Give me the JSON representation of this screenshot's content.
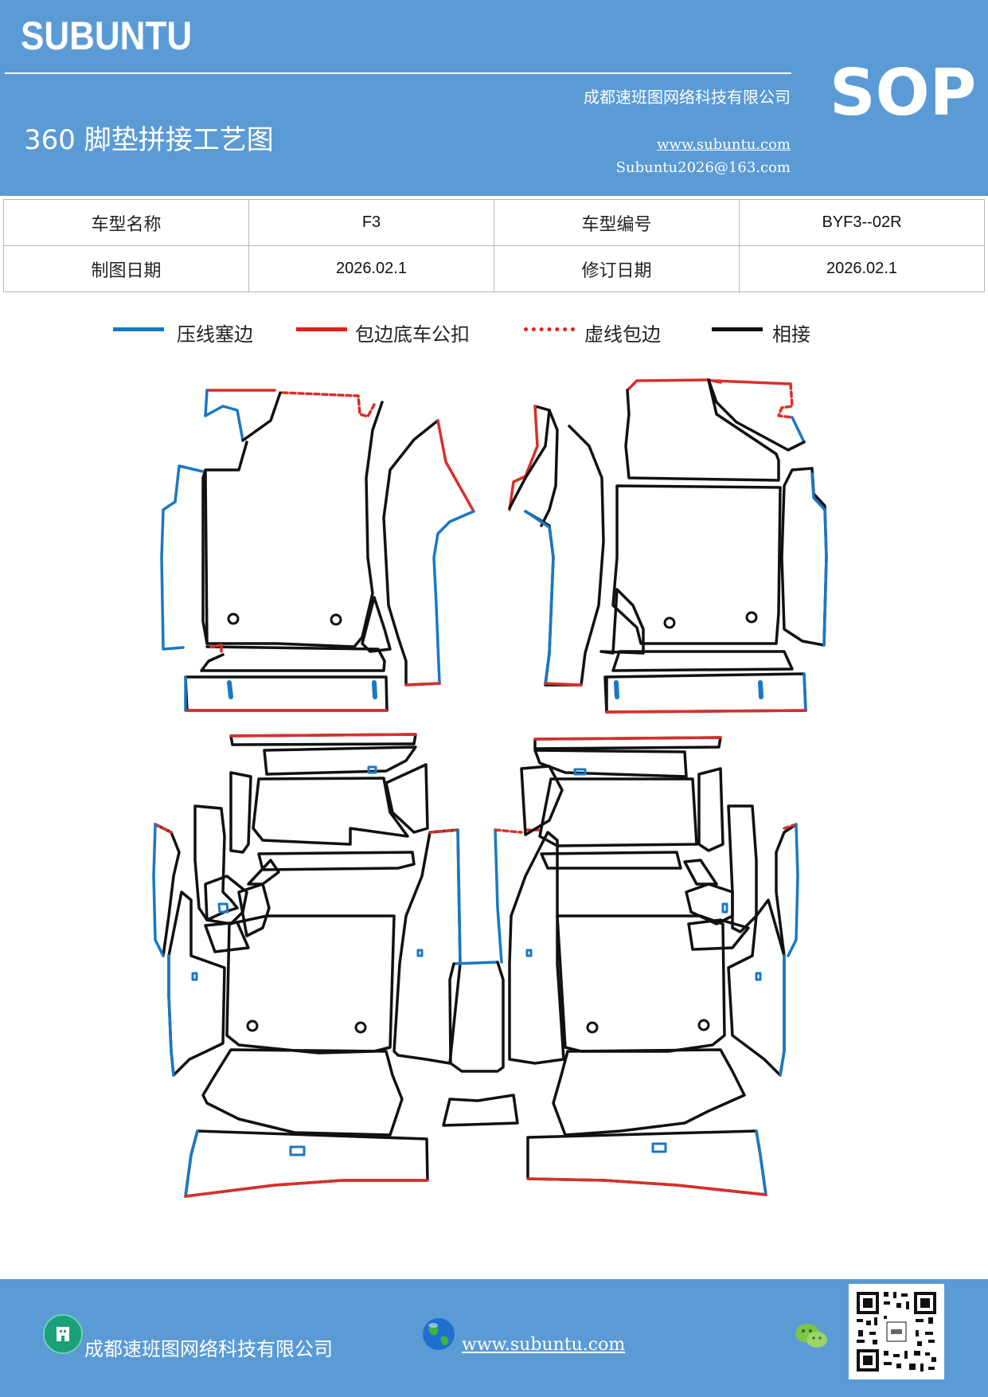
{
  "header": {
    "brand": "SUBUNTU",
    "company": "成都速班图网络科技有限公司",
    "title": "360 脚垫拼接工艺图",
    "website": "www.subuntu.com",
    "email": "Subuntu2026@163.com",
    "badge": "SOP"
  },
  "info_table": {
    "model_name_label": "车型名称",
    "model_name_value": "F3",
    "model_code_label": "车型编号",
    "model_code_value": "BYF3--02R",
    "draw_date_label": "制图日期",
    "draw_date_value": "2026.02.1",
    "revise_date_label": "修订日期",
    "revise_date_value": "2026.02.1"
  },
  "legend": [
    {
      "label": "压线塞边",
      "color": "#1a78c2",
      "style": "solid"
    },
    {
      "label": "包边底车公扣",
      "color": "#e0201c",
      "style": "solid"
    },
    {
      "label": "虚线包边",
      "color": "#e0201c",
      "style": "dotted"
    },
    {
      "label": "相接",
      "color": "#111111",
      "style": "solid"
    }
  ],
  "colors": {
    "header_bg": "#5b9bd5",
    "press_line": "#1a78c2",
    "wrap_edge": "#d8302a",
    "joint_line": "#111111"
  },
  "footer": {
    "company": "成都速班图网络科技有限公司",
    "website": "www.subuntu.com",
    "icons": [
      "building-icon",
      "globe-icon",
      "wechat-icon",
      "qr-code"
    ]
  }
}
